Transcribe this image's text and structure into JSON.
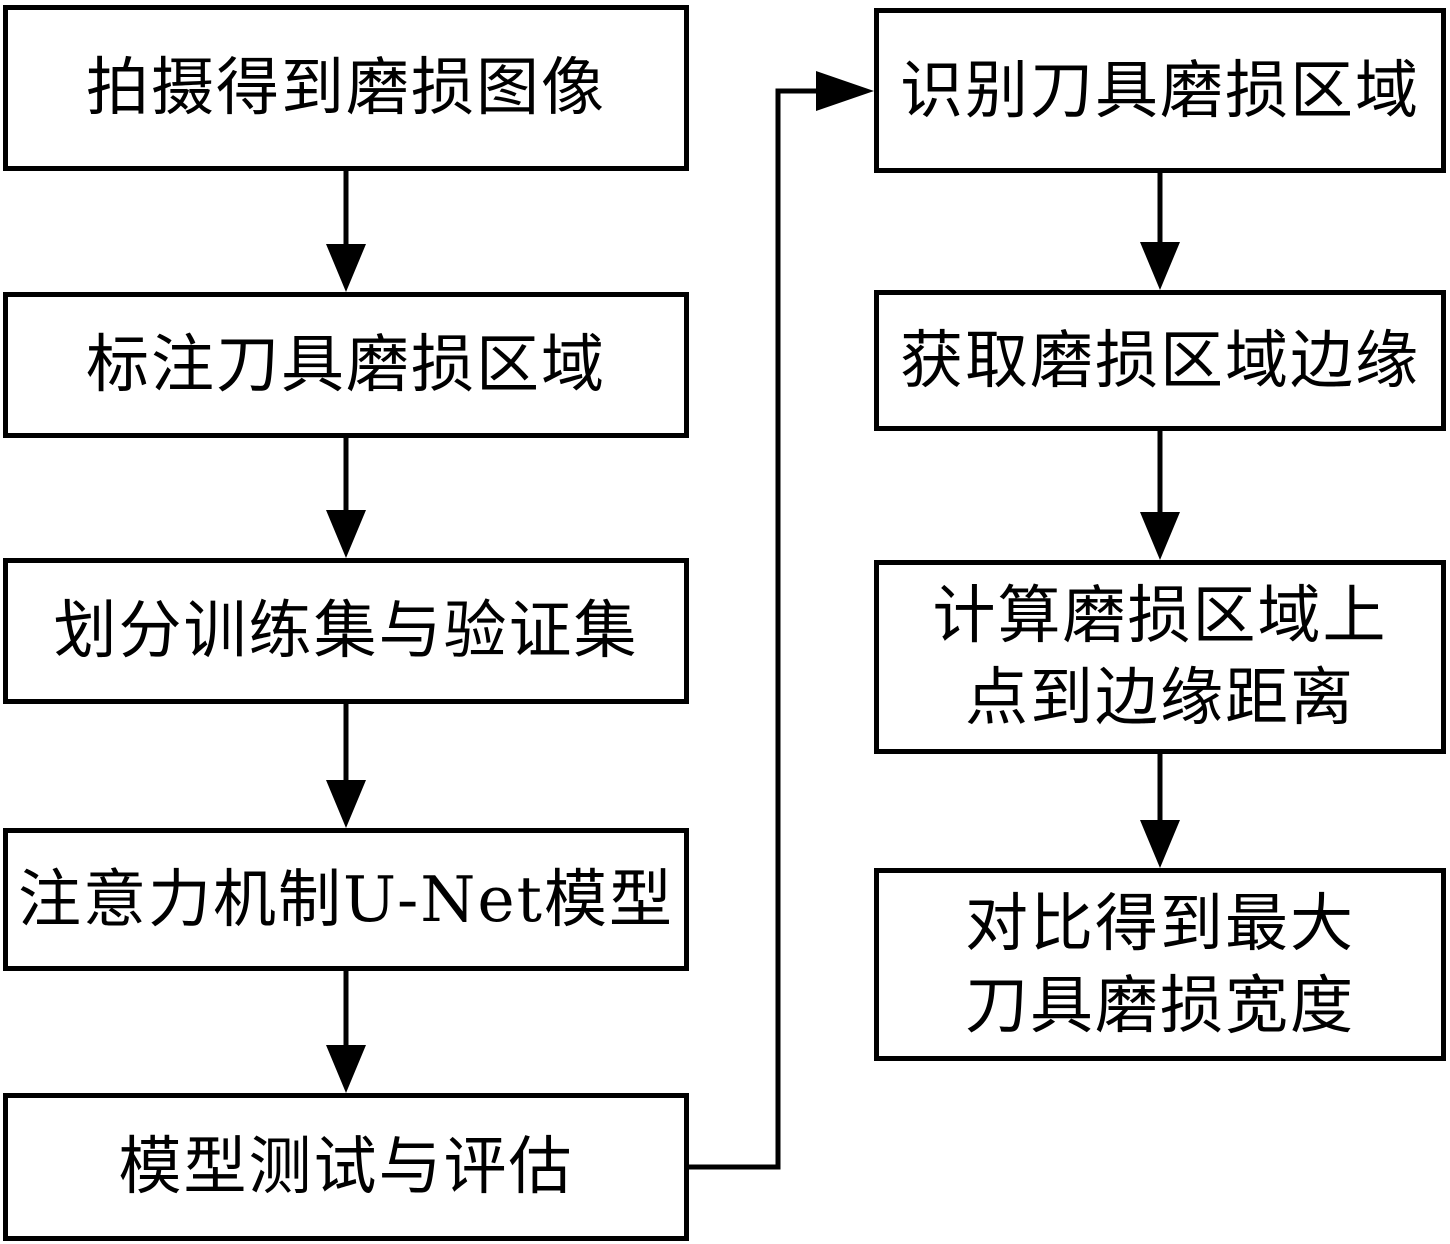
{
  "diagram": {
    "type": "flowchart",
    "background_color": "#ffffff",
    "line_color": "#000000",
    "box_fill_color": "#ffffff",
    "left_column": [
      {
        "id": "capture",
        "label": "拍摄得到磨损图像"
      },
      {
        "id": "annotate",
        "label": "标注刀具磨损区域"
      },
      {
        "id": "split",
        "label": "划分训练集与验证集"
      },
      {
        "id": "unet",
        "label": "注意力机制U-Net模型"
      },
      {
        "id": "test",
        "label": "模型测试与评估"
      }
    ],
    "right_column": [
      {
        "id": "identify",
        "label": "识别刀具磨损区域"
      },
      {
        "id": "edge",
        "label": "获取磨损区域边缘"
      },
      {
        "id": "distance",
        "label": "计算磨损区域上\n点到边缘距离"
      },
      {
        "id": "maxwidth",
        "label": "对比得到最大\n刀具磨损宽度"
      }
    ],
    "edges": [
      {
        "from": "capture",
        "to": "annotate"
      },
      {
        "from": "annotate",
        "to": "split"
      },
      {
        "from": "split",
        "to": "unet"
      },
      {
        "from": "unet",
        "to": "test"
      },
      {
        "from": "test",
        "to": "identify"
      },
      {
        "from": "identify",
        "to": "edge"
      },
      {
        "from": "edge",
        "to": "distance"
      },
      {
        "from": "distance",
        "to": "maxwidth"
      }
    ]
  }
}
